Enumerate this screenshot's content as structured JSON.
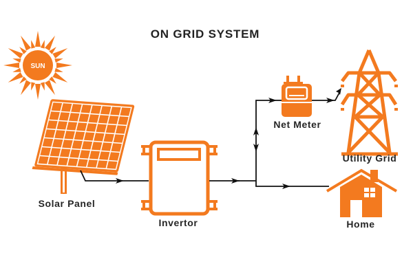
{
  "title": "ON GRID SYSTEM",
  "colors": {
    "accent": "#F37A1F",
    "line": "#111111",
    "text": "#262626",
    "background": "#FFFFFF"
  },
  "components": {
    "sun": {
      "label": "SUN",
      "icon": "sun-icon"
    },
    "solar_panel": {
      "label": "Solar Panel",
      "icon": "solar-panel-icon"
    },
    "invertor": {
      "label": "Invertor",
      "icon": "inverter-icon"
    },
    "net_meter": {
      "label": "Net Meter",
      "icon": "meter-icon"
    },
    "utility_grid": {
      "label": "Utility Grid",
      "icon": "transmission-tower-icon"
    },
    "home": {
      "label": "Home",
      "icon": "house-icon"
    }
  },
  "connections": [
    {
      "from": "Solar Panel",
      "to": "Invertor",
      "direction": "forward"
    },
    {
      "from": "Invertor",
      "to": "Junction",
      "direction": "forward"
    },
    {
      "from": "Junction",
      "to": "Net Meter",
      "direction": "bidirectional"
    },
    {
      "from": "Net Meter",
      "to": "Utility Grid",
      "direction": "forward"
    },
    {
      "from": "Junction",
      "to": "Home",
      "direction": "forward"
    }
  ]
}
